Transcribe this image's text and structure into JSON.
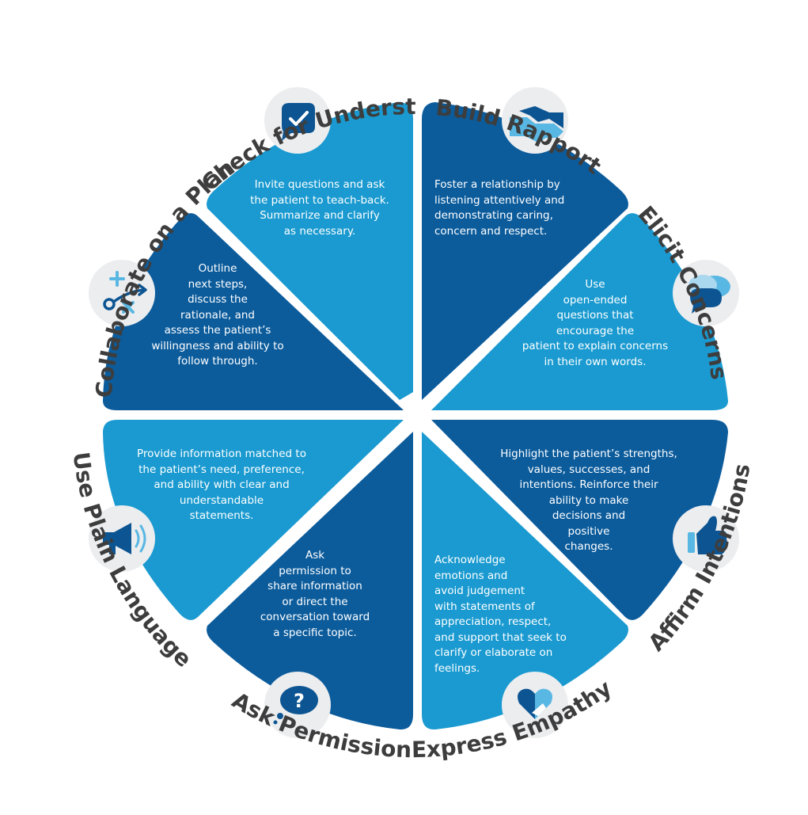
{
  "colors": {
    "dark": "#0c5c9c",
    "light": "#1a9ad0",
    "icon_bg": "#ecedef",
    "label": "#3d3d3d",
    "icon_dark": "#0d5592",
    "icon_light": "#58b7e3"
  },
  "segments": [
    {
      "title": "Check for Understanding",
      "icon": "check-speech-bubble-icon",
      "text": "Invite questions and ask\nthe patient to teach-back.\nSummarize and clarify\nas necessary."
    },
    {
      "title": "Build Rapport",
      "icon": "handshake-icon",
      "text": "Foster a relationship by\nlistening attentively and\ndemonstrating caring,\nconcern and respect."
    },
    {
      "title": "Elicit Concerns",
      "icon": "chat-bubbles-icon",
      "text": "Use\nopen-ended\nquestions that\nencourage the\npatient to explain concerns\nin their own words."
    },
    {
      "title": "Affirm Intentions",
      "icon": "thumbs-up-icon",
      "text": "Highlight the patient’s strengths,\nvalues, successes, and\nintentions. Reinforce their\nability to make\ndecisions and\npositive\nchanges."
    },
    {
      "title": "Express Empathy",
      "icon": "heart-hands-icon",
      "text": "Acknowledge\nemotions and\navoid judgement\nwith statements of\nappreciation, respect,\nand support that seek to\nclarify or elaborate on\nfeelings."
    },
    {
      "title": "Ask Permission",
      "icon": "question-bubble-icon",
      "text": "Ask\npermission to\nshare information\nor direct the\nconversation toward\na specific topic."
    },
    {
      "title": "Use Plain Language",
      "icon": "megaphone-icon",
      "text": "Provide information matched to\nthe patient’s need, preference,\nand ability with clear and\nunderstandable\nstatements."
    },
    {
      "title": "Collaborate on a Plan",
      "icon": "strategy-play-icon",
      "text": "Outline\nnext steps,\ndiscuss the\nrationale, and\nassess the patient’s\nwillingness and ability to\nfollow through."
    }
  ]
}
